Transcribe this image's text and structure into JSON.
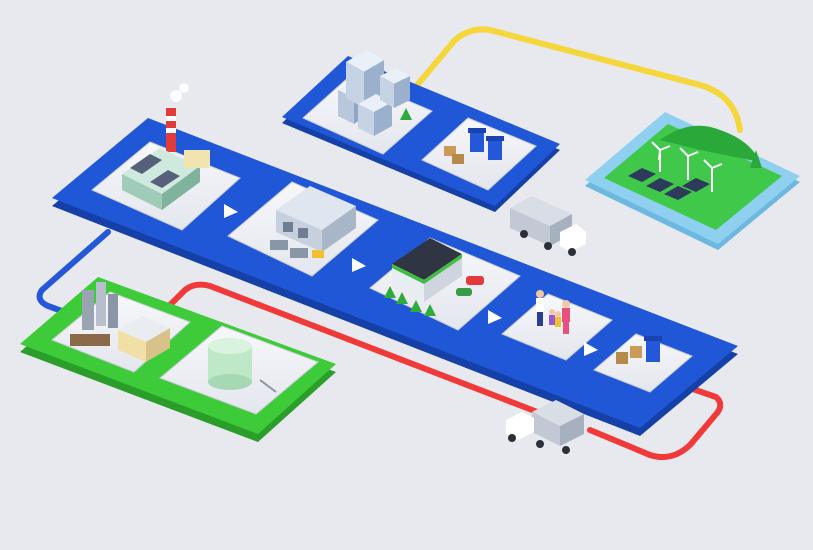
{
  "scene": {
    "type": "isometric-supply-chain-illustration",
    "colors": {
      "background": "#e8e9ee",
      "main_platform": "#1f57d6",
      "main_platform_edge": "#1540a8",
      "recycling_platform": "#3ecb3a",
      "recycling_platform_edge": "#2a9d2a",
      "renewable_base": "#8fd0f0",
      "tile": "#eef0f5",
      "tile_edge": "#c9ccd6",
      "pipe_yellow": "#f5d63b",
      "pipe_red": "#f03a3a",
      "pipe_blue": "#2458d8",
      "arrow": "#ffffff"
    },
    "stations": [
      {
        "id": "factory",
        "icon": "factory-icon"
      },
      {
        "id": "warehouse",
        "icon": "warehouse-icon"
      },
      {
        "id": "store",
        "icon": "store-icon"
      },
      {
        "id": "consumers",
        "icon": "family-icon"
      },
      {
        "id": "waste",
        "icon": "waste-bin-icon"
      },
      {
        "id": "offices",
        "icon": "office-buildings-icon"
      },
      {
        "id": "collection",
        "icon": "recycle-bins-icon"
      },
      {
        "id": "renewable-energy",
        "icon": "wind-solar-icon"
      },
      {
        "id": "recycling-plant",
        "icon": "recycling-plant-icon"
      },
      {
        "id": "storage-tank",
        "icon": "tank-icon"
      }
    ],
    "vehicles": [
      {
        "id": "truck-upper",
        "icon": "truck-icon"
      },
      {
        "id": "truck-lower",
        "icon": "truck-icon"
      }
    ]
  }
}
